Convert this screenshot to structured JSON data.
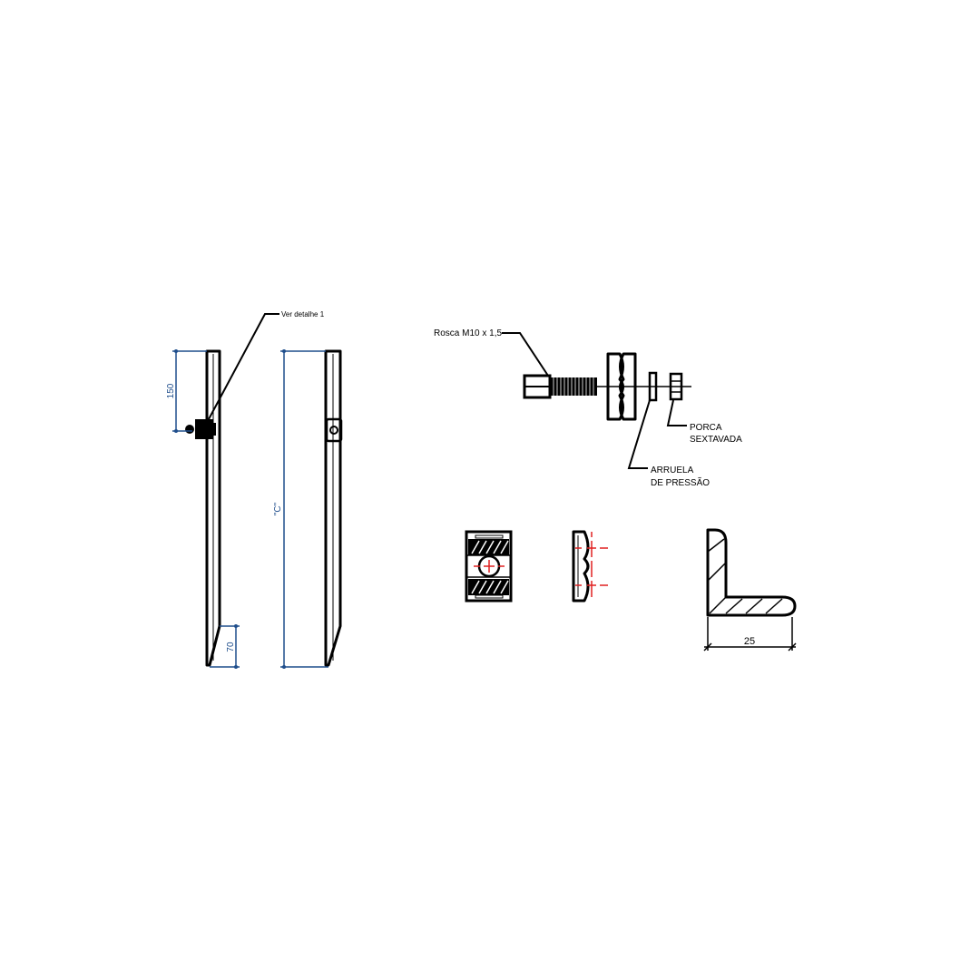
{
  "labels": {
    "ver_detalhe": "Ver detalhe 1",
    "rosca": "Rosca M10 x 1,5",
    "porca_1": "PORCA",
    "porca_2": "SEXTAVADA",
    "arruela_1": "ARRUELA",
    "arruela_2": "DE PRESSÃO"
  },
  "dimensions": {
    "d150": "150",
    "d70": "70",
    "dC": "\"C\"",
    "d25": "25"
  },
  "colors": {
    "line": "#000000",
    "dimension": "#1f4e8c",
    "centerline": "#e02020"
  }
}
